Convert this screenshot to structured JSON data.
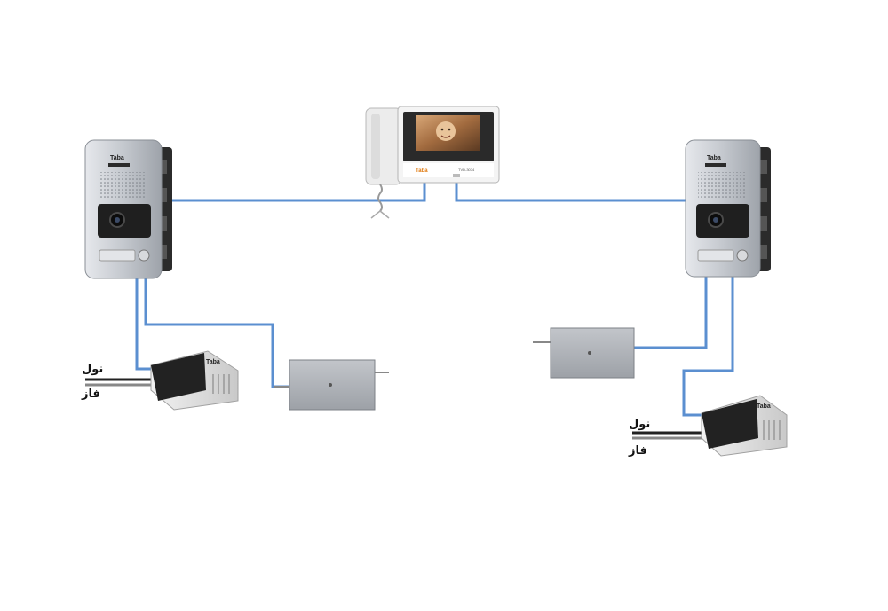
{
  "colors": {
    "wire": "#5b8fd0",
    "mains_wire": "#222222",
    "panel_silver": "#c9ccd2",
    "panel_dark": "#2b2b2b",
    "module_grey": "#a9adb2",
    "brand_orange": "#e07a10"
  },
  "devices": {
    "monitor": {
      "brand": "Taba",
      "model": "TVD-3074",
      "icon": "video-monitor-icon"
    },
    "door_panel_left": {
      "brand": "Taba",
      "icon": "door-camera-panel-icon"
    },
    "door_panel_right": {
      "brand": "Taba",
      "icon": "door-camera-panel-icon"
    },
    "power_supply_left": {
      "brand": "Taba",
      "icon": "power-supply-icon"
    },
    "power_supply_right": {
      "brand": "Taba",
      "icon": "power-supply-icon"
    },
    "lock_module_left": {
      "icon": "door-lock-module-icon"
    },
    "lock_module_right": {
      "icon": "door-lock-module-icon"
    }
  },
  "labels": {
    "left_neutral": "نول",
    "left_phase": "فاز",
    "right_neutral": "نول",
    "right_phase": "فاز"
  }
}
